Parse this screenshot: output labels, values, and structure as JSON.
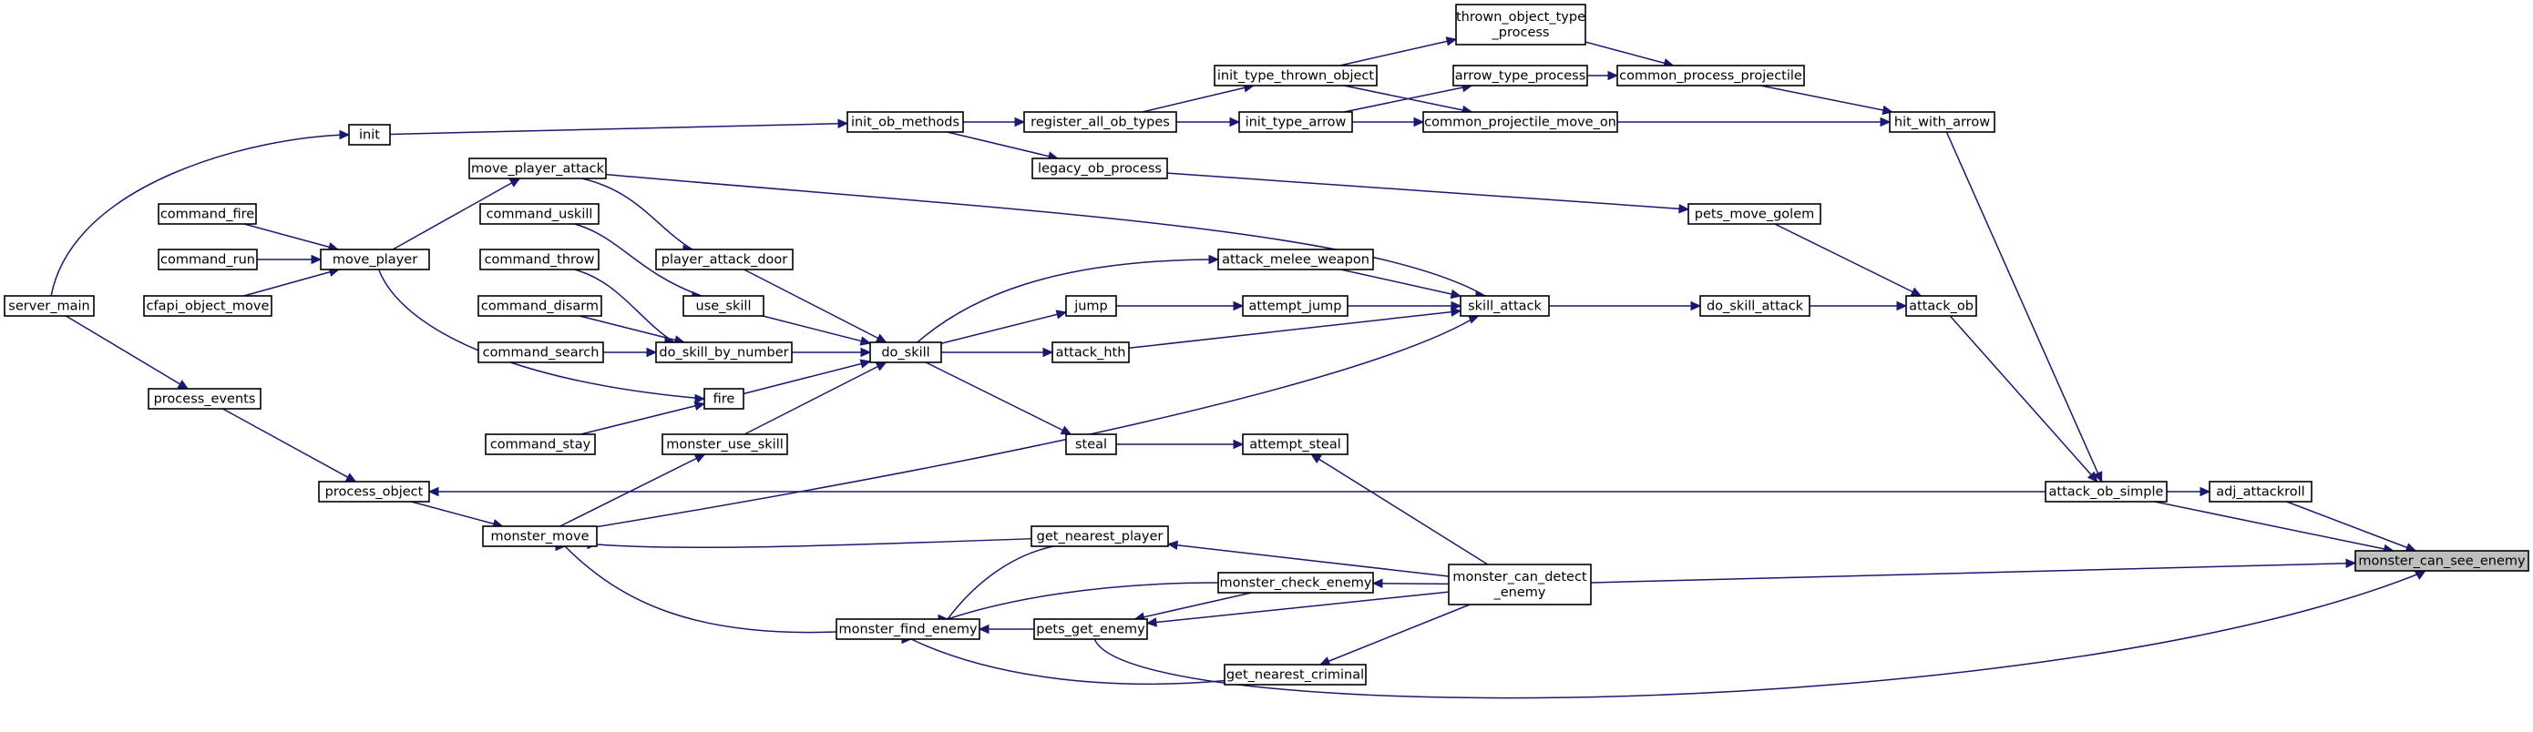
{
  "colors": {
    "edge": "#191970",
    "node_fill": "#ffffff",
    "focus_fill": "#bfbfbf",
    "node_border": "#000000",
    "truncated_border": "#ff0000"
  },
  "nodes": [
    {
      "id": "monster_can_see_enemy",
      "lines": [
        "monster_can_see_enemy"
      ],
      "focus": true
    },
    {
      "id": "adj_attackroll",
      "lines": [
        "adj_attackroll"
      ]
    },
    {
      "id": "attack_ob_simple",
      "lines": [
        "attack_ob_simple"
      ]
    },
    {
      "id": "monster_can_detect_enemy",
      "lines": [
        "monster_can_detect",
        "_enemy"
      ]
    },
    {
      "id": "pets_get_enemy",
      "lines": [
        "pets_get_enemy"
      ]
    },
    {
      "id": "attack_ob",
      "lines": [
        "attack_ob"
      ]
    },
    {
      "id": "hit_with_arrow",
      "lines": [
        "hit_with_arrow"
      ]
    },
    {
      "id": "process_object",
      "lines": [
        "process_object"
      ]
    },
    {
      "id": "do_skill_attack",
      "lines": [
        "do_skill_attack"
      ]
    },
    {
      "id": "pets_move_golem",
      "lines": [
        "pets_move_golem"
      ]
    },
    {
      "id": "common_process_projectile",
      "lines": [
        "common_process_projectile"
      ]
    },
    {
      "id": "common_projectile_move_on",
      "lines": [
        "common_projectile_move_on"
      ]
    },
    {
      "id": "thrown_object_type_process",
      "lines": [
        "thrown_object_type",
        "_process"
      ]
    },
    {
      "id": "arrow_type_process",
      "lines": [
        "arrow_type_process"
      ]
    },
    {
      "id": "init_type_thrown_object",
      "lines": [
        "init_type_thrown_object"
      ]
    },
    {
      "id": "init_type_arrow",
      "lines": [
        "init_type_arrow"
      ]
    },
    {
      "id": "register_all_ob_types",
      "lines": [
        "register_all_ob_types"
      ]
    },
    {
      "id": "init_ob_methods",
      "lines": [
        "init_ob_methods"
      ]
    },
    {
      "id": "legacy_ob_process",
      "lines": [
        "legacy_ob_process"
      ]
    },
    {
      "id": "init",
      "lines": [
        "init"
      ]
    },
    {
      "id": "server_main",
      "lines": [
        "server_main"
      ],
      "truncated": true
    },
    {
      "id": "skill_attack",
      "lines": [
        "skill_attack"
      ]
    },
    {
      "id": "attack_melee_weapon",
      "lines": [
        "attack_melee_weapon"
      ]
    },
    {
      "id": "attempt_jump",
      "lines": [
        "attempt_jump"
      ]
    },
    {
      "id": "jump",
      "lines": [
        "jump"
      ]
    },
    {
      "id": "attack_hth",
      "lines": [
        "attack_hth"
      ]
    },
    {
      "id": "do_skill",
      "lines": [
        "do_skill"
      ]
    },
    {
      "id": "player_attack_door",
      "lines": [
        "player_attack_door"
      ]
    },
    {
      "id": "use_skill",
      "lines": [
        "use_skill"
      ]
    },
    {
      "id": "do_skill_by_number",
      "lines": [
        "do_skill_by_number"
      ]
    },
    {
      "id": "fire",
      "lines": [
        "fire"
      ]
    },
    {
      "id": "monster_use_skill",
      "lines": [
        "monster_use_skill"
      ]
    },
    {
      "id": "move_player_attack",
      "lines": [
        "move_player_attack"
      ]
    },
    {
      "id": "move_player",
      "lines": [
        "move_player"
      ],
      "truncated": true
    },
    {
      "id": "command_fire",
      "lines": [
        "command_fire"
      ],
      "truncated": true
    },
    {
      "id": "command_run",
      "lines": [
        "command_run"
      ],
      "truncated": true
    },
    {
      "id": "cfapi_object_move",
      "lines": [
        "cfapi_object_move"
      ]
    },
    {
      "id": "command_uskill",
      "lines": [
        "command_uskill"
      ],
      "truncated": true
    },
    {
      "id": "command_throw",
      "lines": [
        "command_throw"
      ],
      "truncated": true
    },
    {
      "id": "command_disarm",
      "lines": [
        "command_disarm"
      ],
      "truncated": true
    },
    {
      "id": "command_search",
      "lines": [
        "command_search"
      ],
      "truncated": true
    },
    {
      "id": "command_stay",
      "lines": [
        "command_stay"
      ],
      "truncated": true
    },
    {
      "id": "monster_move",
      "lines": [
        "monster_move"
      ]
    },
    {
      "id": "process_events",
      "lines": [
        "process_events"
      ]
    },
    {
      "id": "steal",
      "lines": [
        "steal"
      ]
    },
    {
      "id": "attempt_steal",
      "lines": [
        "attempt_steal"
      ]
    },
    {
      "id": "get_nearest_player",
      "lines": [
        "get_nearest_player"
      ]
    },
    {
      "id": "monster_check_enemy",
      "lines": [
        "monster_check_enemy"
      ]
    },
    {
      "id": "monster_find_enemy",
      "lines": [
        "monster_find_enemy"
      ]
    },
    {
      "id": "get_nearest_criminal",
      "lines": [
        "get_nearest_criminal"
      ]
    }
  ],
  "edges": [
    [
      "adj_attackroll",
      "monster_can_see_enemy"
    ],
    [
      "attack_ob_simple",
      "monster_can_see_enemy"
    ],
    [
      "monster_can_detect_enemy",
      "monster_can_see_enemy"
    ],
    [
      "pets_get_enemy",
      "monster_can_see_enemy"
    ],
    [
      "attack_ob_simple",
      "adj_attackroll"
    ],
    [
      "attack_ob",
      "attack_ob_simple"
    ],
    [
      "hit_with_arrow",
      "attack_ob_simple"
    ],
    [
      "attack_ob_simple",
      "process_object"
    ],
    [
      "do_skill_attack",
      "attack_ob"
    ],
    [
      "pets_move_golem",
      "attack_ob"
    ],
    [
      "common_process_projectile",
      "hit_with_arrow"
    ],
    [
      "common_projectile_move_on",
      "hit_with_arrow"
    ],
    [
      "thrown_object_type_process",
      "common_process_projectile"
    ],
    [
      "arrow_type_process",
      "common_process_projectile"
    ],
    [
      "init_type_thrown_object",
      "thrown_object_type_process"
    ],
    [
      "init_type_thrown_object",
      "common_projectile_move_on"
    ],
    [
      "init_type_arrow",
      "arrow_type_process"
    ],
    [
      "init_type_arrow",
      "common_projectile_move_on"
    ],
    [
      "register_all_ob_types",
      "init_type_thrown_object"
    ],
    [
      "register_all_ob_types",
      "init_type_arrow"
    ],
    [
      "init_ob_methods",
      "register_all_ob_types"
    ],
    [
      "init",
      "init_ob_methods"
    ],
    [
      "server_main",
      "init"
    ],
    [
      "legacy_ob_process",
      "pets_move_golem"
    ],
    [
      "init_ob_methods",
      "legacy_ob_process"
    ],
    [
      "skill_attack",
      "do_skill_attack"
    ],
    [
      "attack_melee_weapon",
      "skill_attack"
    ],
    [
      "attempt_jump",
      "skill_attack"
    ],
    [
      "attack_hth",
      "skill_attack"
    ],
    [
      "move_player_attack",
      "skill_attack"
    ],
    [
      "monster_move",
      "skill_attack"
    ],
    [
      "do_skill",
      "attack_melee_weapon"
    ],
    [
      "jump",
      "attempt_jump"
    ],
    [
      "do_skill",
      "jump"
    ],
    [
      "do_skill",
      "attack_hth"
    ],
    [
      "player_attack_door",
      "do_skill"
    ],
    [
      "use_skill",
      "do_skill"
    ],
    [
      "do_skill_by_number",
      "do_skill"
    ],
    [
      "fire",
      "do_skill"
    ],
    [
      "monster_use_skill",
      "do_skill"
    ],
    [
      "move_player_attack",
      "player_attack_door"
    ],
    [
      "command_uskill",
      "use_skill"
    ],
    [
      "command_throw",
      "do_skill_by_number"
    ],
    [
      "command_disarm",
      "do_skill_by_number"
    ],
    [
      "command_search",
      "do_skill_by_number"
    ],
    [
      "move_player",
      "fire"
    ],
    [
      "command_stay",
      "fire"
    ],
    [
      "monster_move",
      "monster_use_skill"
    ],
    [
      "move_player",
      "move_player_attack"
    ],
    [
      "command_fire",
      "move_player"
    ],
    [
      "command_run",
      "move_player"
    ],
    [
      "cfapi_object_move",
      "move_player"
    ],
    [
      "process_object",
      "monster_move"
    ],
    [
      "process_events",
      "process_object"
    ],
    [
      "server_main",
      "process_events"
    ],
    [
      "do_skill",
      "steal"
    ],
    [
      "steal",
      "attempt_steal"
    ],
    [
      "monster_can_detect_enemy",
      "attempt_steal"
    ],
    [
      "monster_can_detect_enemy",
      "get_nearest_player"
    ],
    [
      "monster_can_detect_enemy",
      "monster_check_enemy"
    ],
    [
      "monster_can_detect_enemy",
      "pets_get_enemy"
    ],
    [
      "monster_can_detect_enemy",
      "get_nearest_criminal"
    ],
    [
      "get_nearest_player",
      "monster_move"
    ],
    [
      "get_nearest_player",
      "monster_find_enemy"
    ],
    [
      "monster_check_enemy",
      "monster_find_enemy"
    ],
    [
      "monster_check_enemy",
      "pets_get_enemy"
    ],
    [
      "pets_get_enemy",
      "monster_find_enemy"
    ],
    [
      "get_nearest_criminal",
      "monster_find_enemy"
    ],
    [
      "monster_find_enemy",
      "monster_move"
    ]
  ]
}
